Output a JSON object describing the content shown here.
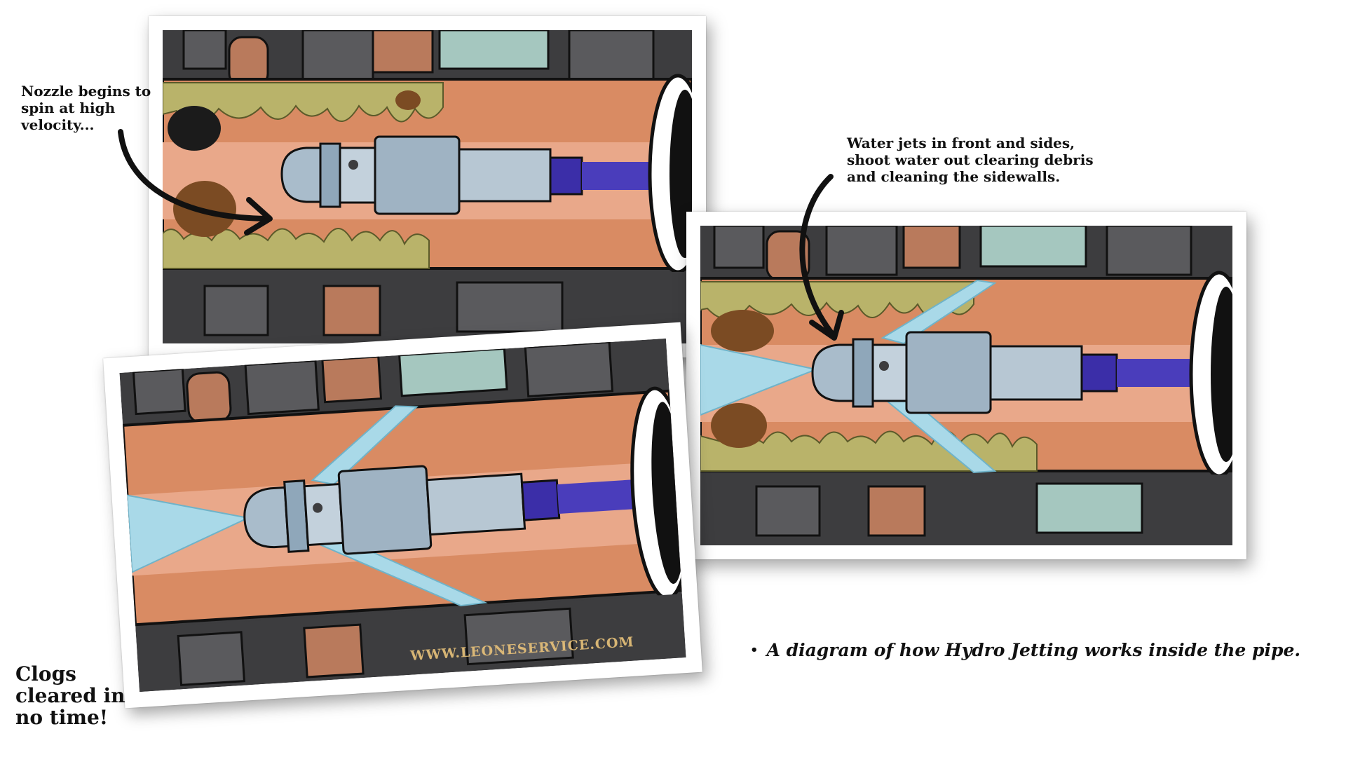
{
  "annotations": {
    "nozzle": "Nozzle begins to spin at high velocity...",
    "jets": "Water jets in front and sides, shoot water out clearing debris and cleaning the sidewalls.",
    "clogs": "Clogs cleared in no time!"
  },
  "caption": {
    "bullet": "•",
    "text": "A diagram of how Hydro Jetting works inside the pipe."
  },
  "watermark": "WWW.LEONESERVICE.COM",
  "colors": {
    "pipe_interior": "#d98b63",
    "pipe_center": "#e9a88a",
    "sludge": "#b9b36a",
    "water_spray": "#a9d9e8",
    "nozzle_metal": "#8fa7ba",
    "hose": "#3b2ea8",
    "wall_dark": "#3d3d3f"
  }
}
